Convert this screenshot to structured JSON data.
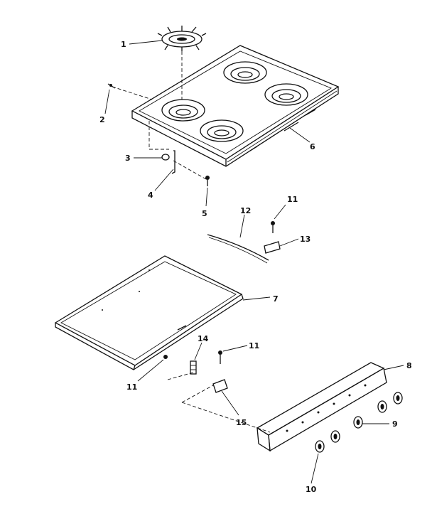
{
  "callouts": [
    {
      "id": "c1",
      "text": "1"
    },
    {
      "id": "c2",
      "text": "2"
    },
    {
      "id": "c3",
      "text": "3"
    },
    {
      "id": "c4",
      "text": "4"
    },
    {
      "id": "c5",
      "text": "5"
    },
    {
      "id": "c6",
      "text": "6"
    },
    {
      "id": "c7",
      "text": "7"
    },
    {
      "id": "c8",
      "text": "8"
    },
    {
      "id": "c9",
      "text": "9"
    },
    {
      "id": "c10",
      "text": "10"
    },
    {
      "id": "c11a",
      "text": "11"
    },
    {
      "id": "c11b",
      "text": "11"
    },
    {
      "id": "c11c",
      "text": "11"
    },
    {
      "id": "c12",
      "text": "12"
    },
    {
      "id": "c13",
      "text": "13"
    },
    {
      "id": "c14",
      "text": "14"
    },
    {
      "id": "c15",
      "text": "15"
    }
  ]
}
